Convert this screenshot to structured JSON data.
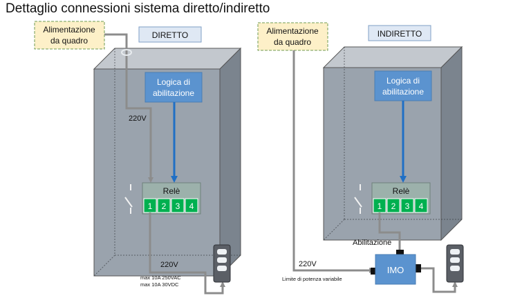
{
  "title": "Dettaglio connessioni sistema diretto/indiretto",
  "colors": {
    "box_front": "#9aa3ad",
    "box_top": "#c3c8ce",
    "box_side": "#7b848e",
    "logic_block": "#5b93cf",
    "relay_body": "#9cb1ab",
    "terminal": "#00b050",
    "imo_block": "#5b93cf",
    "wire": "#8c8c8c",
    "signal_arrow": "#1f6fc5",
    "supply_note": "#fdf0c8",
    "mode_label": "#dfe8f4"
  },
  "direct": {
    "mode_label": "DIRETTO",
    "supply": "Alimentazione da quadro",
    "logic": "Logica di abilitazione",
    "relay": {
      "name": "Relè",
      "terminals": [
        "1",
        "2",
        "3",
        "4"
      ]
    },
    "voltage_inner": "220V",
    "voltage_outer": "220V",
    "rating_1": "max 10A 250VAC",
    "rating_2": "max 10A 30VDC"
  },
  "indirect": {
    "mode_label": "INDIRETTO",
    "supply": "Alimentazione da quadro",
    "logic": "Logica di abilitazione",
    "relay": {
      "name": "Relè",
      "terminals": [
        "1",
        "2",
        "3",
        "4"
      ]
    },
    "enable_label": "Abilitazione",
    "module": "IMO",
    "voltage": "220V",
    "power_note": "Limite di potenza variabile"
  }
}
